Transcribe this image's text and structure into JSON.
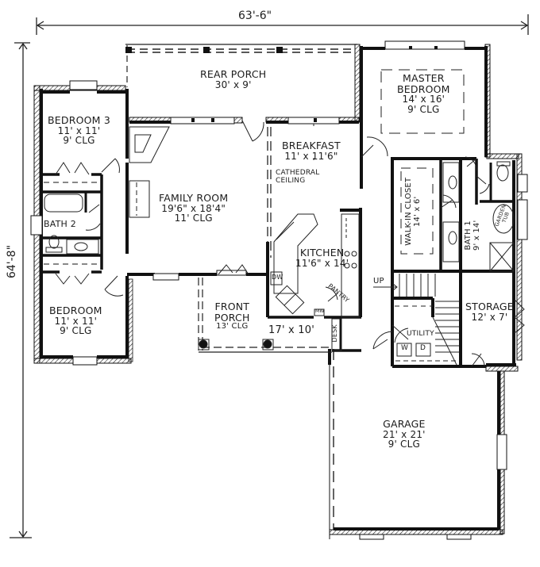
{
  "plan": {
    "type": "floor-plan",
    "overall_width": "63'-6\"",
    "overall_depth": "64'-8\""
  },
  "rooms": {
    "rear_porch": {
      "name": "REAR PORCH",
      "dim": "30' x 9'"
    },
    "bedroom3": {
      "name": "BEDROOM 3",
      "dim": "11' x 11'",
      "clg": "9' CLG"
    },
    "master_bedroom": {
      "name_line1": "MASTER",
      "name_line2": "BEDROOM",
      "dim": "14' x 16'",
      "clg": "9' CLG"
    },
    "breakfast": {
      "name": "BREAKFAST",
      "dim": "11' x 11'6\"",
      "note_line1": "CATHEDRAL",
      "note_line2": "CEILING"
    },
    "family_room": {
      "name": "FAMILY ROOM",
      "dim": "19'6\" x 18'4\"",
      "clg": "11' CLG"
    },
    "bath2": {
      "name": "BATH 2"
    },
    "walk_in_closet": {
      "name": "WALK-IN CLOSET",
      "dim": "14' x 6'"
    },
    "bath1": {
      "name": "BATH 1",
      "dim": "9' x 14'"
    },
    "garden_tub": {
      "name_line1": "GARDEN",
      "name_line2": "TUB"
    },
    "kitchen": {
      "name": "KITCHEN",
      "dim": "11'6\" x 14'"
    },
    "pantry": {
      "name": "PANTRY"
    },
    "dw": {
      "name": "DW"
    },
    "mw": {
      "name": "MW"
    },
    "bedroom": {
      "name": "BEDROOM",
      "dim": "11' x 11'",
      "clg": "9' CLG"
    },
    "front_porch": {
      "name_line1": "FRONT",
      "name_line2": "PORCH",
      "clg": "13' CLG",
      "dim": "17' x 10'"
    },
    "desk": {
      "name": "DESK"
    },
    "stairs": {
      "label": "UP"
    },
    "storage": {
      "name": "STORAGE",
      "dim": "12' x 7'"
    },
    "utility": {
      "name": "UTILITY",
      "washer": "W",
      "dryer": "D"
    },
    "garage": {
      "name": "GARAGE",
      "dim": "21' x 21'",
      "clg": "9' CLG"
    }
  }
}
